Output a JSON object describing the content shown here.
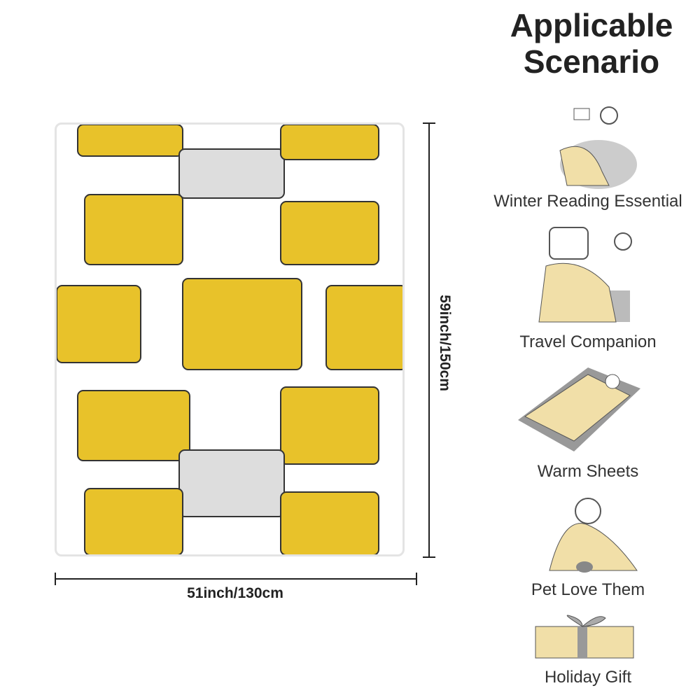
{
  "title": "Applicable Scenario",
  "dimensions": {
    "height_label": "59inch/150cm",
    "width_label": "51inch/130cm"
  },
  "scenarios": [
    {
      "label": "Winter Reading Essential",
      "icon": "reading-person-icon"
    },
    {
      "label": "Travel Companion",
      "icon": "travel-seat-icon"
    },
    {
      "label": "Warm Sheets",
      "icon": "bed-sleeping-icon"
    },
    {
      "label": "Pet Love Them",
      "icon": "dog-blanket-icon"
    },
    {
      "label": "Holiday Gift",
      "icon": "gift-box-icon"
    }
  ],
  "colors": {
    "vehicle_yellow": "#e8c22a",
    "blanket_beige": "#f1dfa8",
    "text": "#222222"
  }
}
